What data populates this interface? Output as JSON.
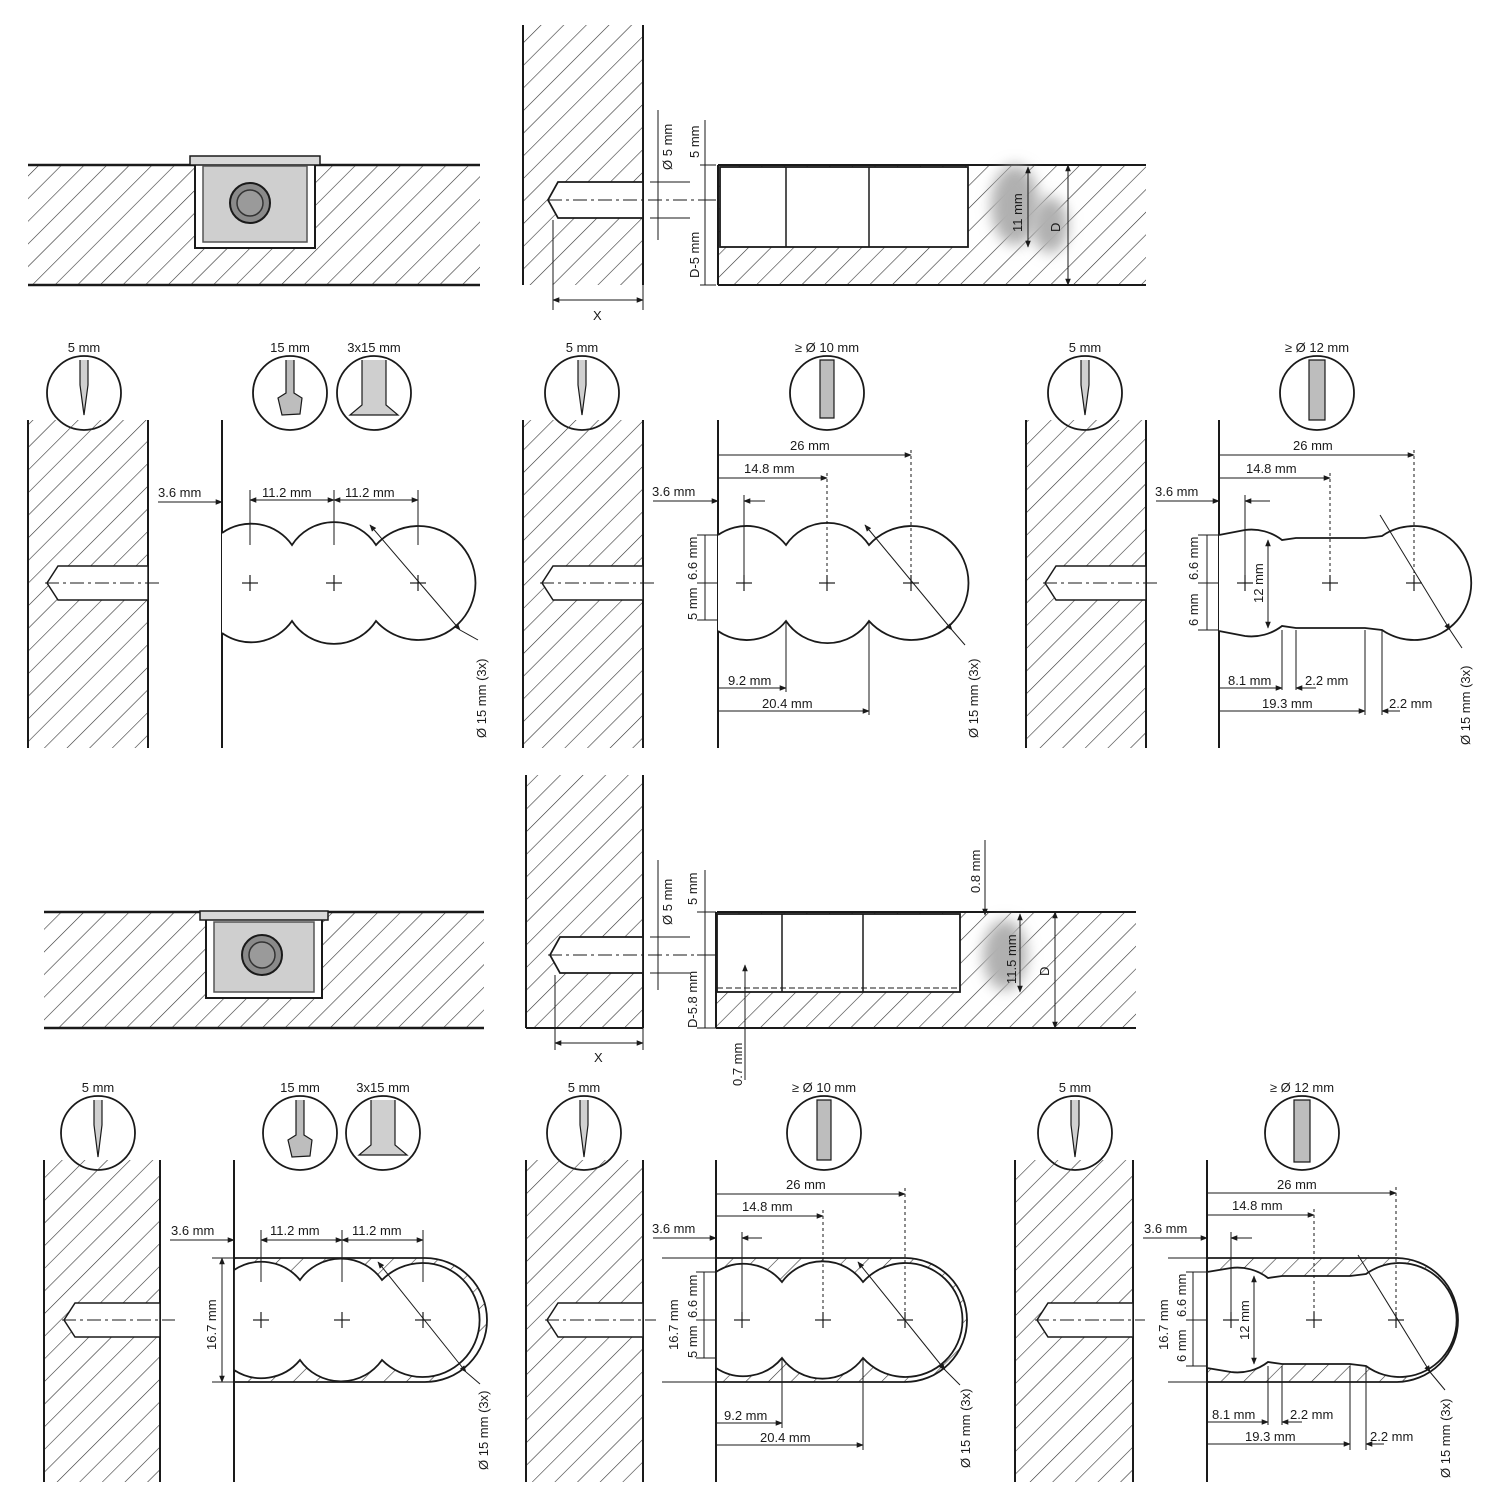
{
  "labels": {
    "d5": "Ø 5 mm",
    "mm5": "5 mm",
    "d_minus_5": "D-5 mm",
    "d_minus_58": "D-5.8 mm",
    "x": "X",
    "mm11": "11 mm",
    "mm115": "11.5 mm",
    "d": "D",
    "mm08": "0.8 mm",
    "mm07": "0.7 mm"
  },
  "tools": {
    "drill5": "5 mm",
    "forstner15": "15 mm",
    "forstner3x15": "3x15 mm",
    "mill10": "≥ Ø 10 mm",
    "mill12": "≥ Ø 12 mm"
  },
  "dims": {
    "m36": "3.6 mm",
    "m112": "11.2 mm",
    "m26": "26 mm",
    "m148": "14.8 mm",
    "m66": "6.6 mm",
    "m5": "5 mm",
    "m6": "6 mm",
    "m12": "12 mm",
    "m92": "9.2 mm",
    "m204": "20.4 mm",
    "m81": "8.1 mm",
    "m22": "2.2 mm",
    "m193": "19.3 mm",
    "m167": "16.7 mm",
    "d15x3": "Ø 15 mm (3x)"
  },
  "colors": {
    "line": "#1a1a1a",
    "hatch": "#333333",
    "fitting": "#c9c9c9",
    "fitting_dark": "#8a8a8a",
    "blur": "#b0b0b0"
  }
}
